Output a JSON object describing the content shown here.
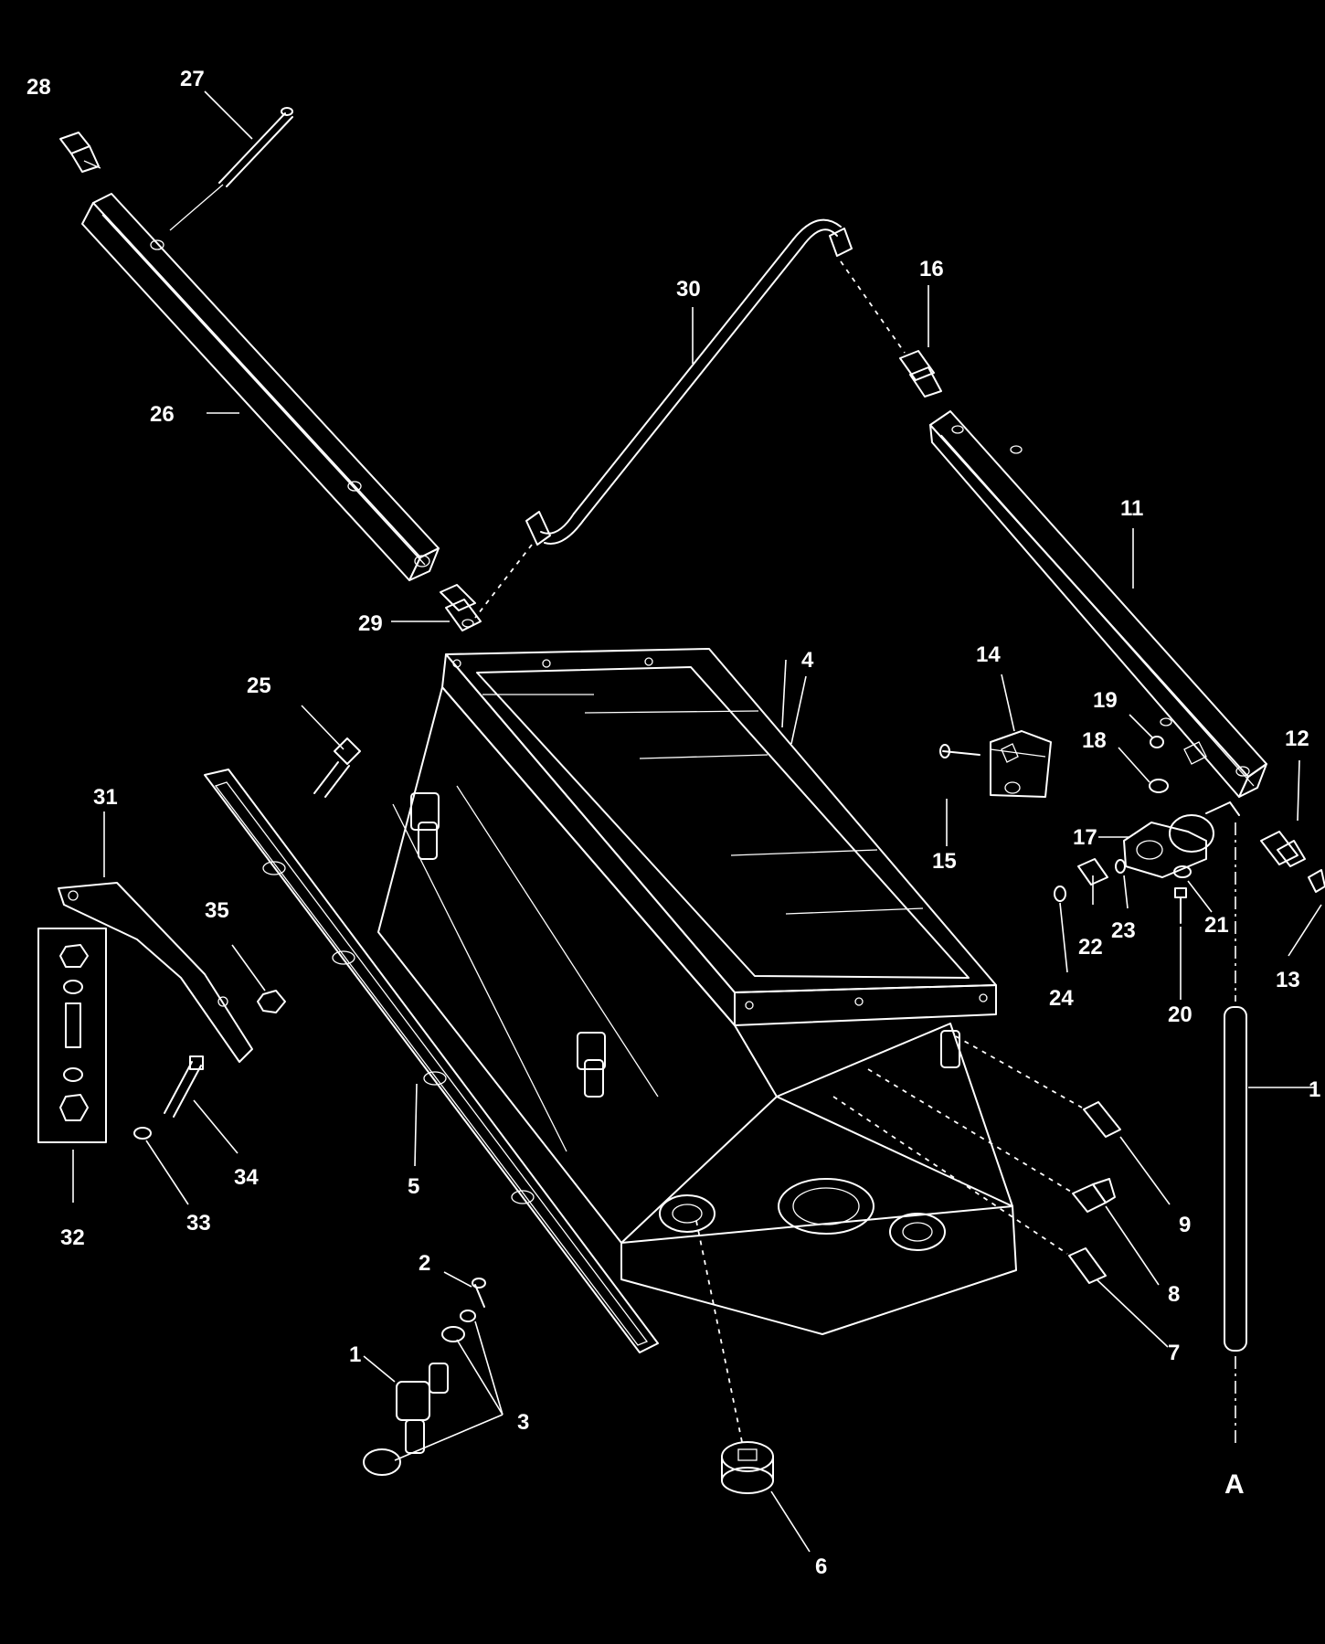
{
  "callouts": {
    "c1": "1",
    "c2": "2",
    "c3": "3",
    "c4": "4",
    "c5": "5",
    "c6": "6",
    "c7": "7",
    "c8": "8",
    "c9": "9",
    "c10": "1",
    "c11": "11",
    "c12": "12",
    "c13": "13",
    "c14": "14",
    "c15": "15",
    "c16": "16",
    "c17": "17",
    "c18": "18",
    "c19": "19",
    "c20": "20",
    "c21": "21",
    "c22": "22",
    "c23": "23",
    "c24": "24",
    "c25": "25",
    "c26": "26",
    "c27": "27",
    "c28": "28",
    "c29": "29",
    "c30": "30",
    "c31": "31",
    "c32": "32",
    "c33": "33",
    "c34": "34",
    "c35": "35",
    "cA": "A"
  },
  "colors": {
    "background": "#000000",
    "line": "#ffffff"
  }
}
